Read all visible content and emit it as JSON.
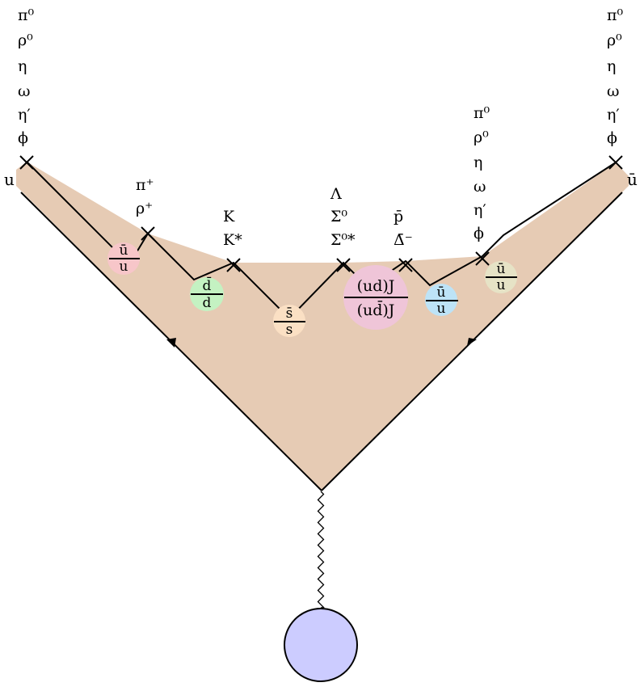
{
  "colors": {
    "band": "#e6cbb4",
    "blob": "#ccccff",
    "pair_u_left": "#f7c6c9",
    "pair_d": "#c4f2c2",
    "pair_s": "#fbe0c4",
    "pair_diquark": "#efc5d8",
    "pair_u_mid": "#bde3f7",
    "pair_u_right": "#e6e3c6"
  },
  "quarks": {
    "left_end": "u",
    "right_end": "ū"
  },
  "hadron_groups": [
    {
      "labels": [
        "π⁰",
        "ρ⁰",
        "η",
        "ω",
        "η′",
        "ϕ"
      ]
    },
    {
      "labels": [
        "π⁺",
        "ρ⁺"
      ]
    },
    {
      "labels": [
        "K",
        "K*"
      ]
    },
    {
      "labels": [
        "Λ",
        "Σ⁰",
        "Σ⁰*"
      ]
    },
    {
      "labels": [
        "p̄",
        "Δ̄⁻"
      ]
    },
    {
      "labels": [
        "π⁰",
        "ρ⁰",
        "η",
        "ω",
        "η′",
        "ϕ"
      ]
    },
    {
      "labels": [
        "π⁰",
        "ρ⁰",
        "η",
        "ω",
        "η′",
        "ϕ"
      ]
    }
  ],
  "pairs": [
    {
      "top": "ū",
      "bottom": "u"
    },
    {
      "top": "d̄",
      "bottom": "d"
    },
    {
      "top": "s̄",
      "bottom": "s"
    },
    {
      "top": "(ud)J",
      "bottom": "(ud̄)J"
    },
    {
      "top": "ū",
      "bottom": "u"
    },
    {
      "top": "ū",
      "bottom": "u"
    }
  ]
}
